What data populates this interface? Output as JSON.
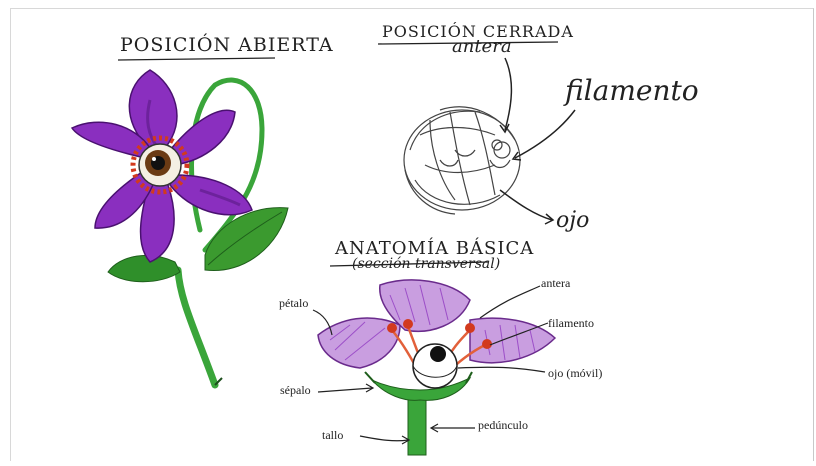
{
  "open_position": {
    "title": "POSICIÓN ABIERTA"
  },
  "closed_position": {
    "title": "POSICIÓN CERRADA",
    "labels": {
      "anther": "antera",
      "filament": "filamento",
      "eye": "ojo"
    }
  },
  "basic_anatomy": {
    "title": "ANATOMÍA BÁSICA",
    "subtitle": "(sección transversal)",
    "labels": {
      "petal": "pétalo",
      "sepal": "sépalo",
      "stem": "tallo",
      "anther": "antera",
      "filament": "filamento",
      "eye": "ojo (móvil)",
      "peduncle": "pedúnculo"
    }
  },
  "colors": {
    "petal_purple": "#8a2fbf",
    "petal_dark": "#5a1a85",
    "leaf_green": "#2f8f2a",
    "stem_green": "#3aa53a",
    "stamen_red": "#d23a1e",
    "ink": "#222222"
  }
}
